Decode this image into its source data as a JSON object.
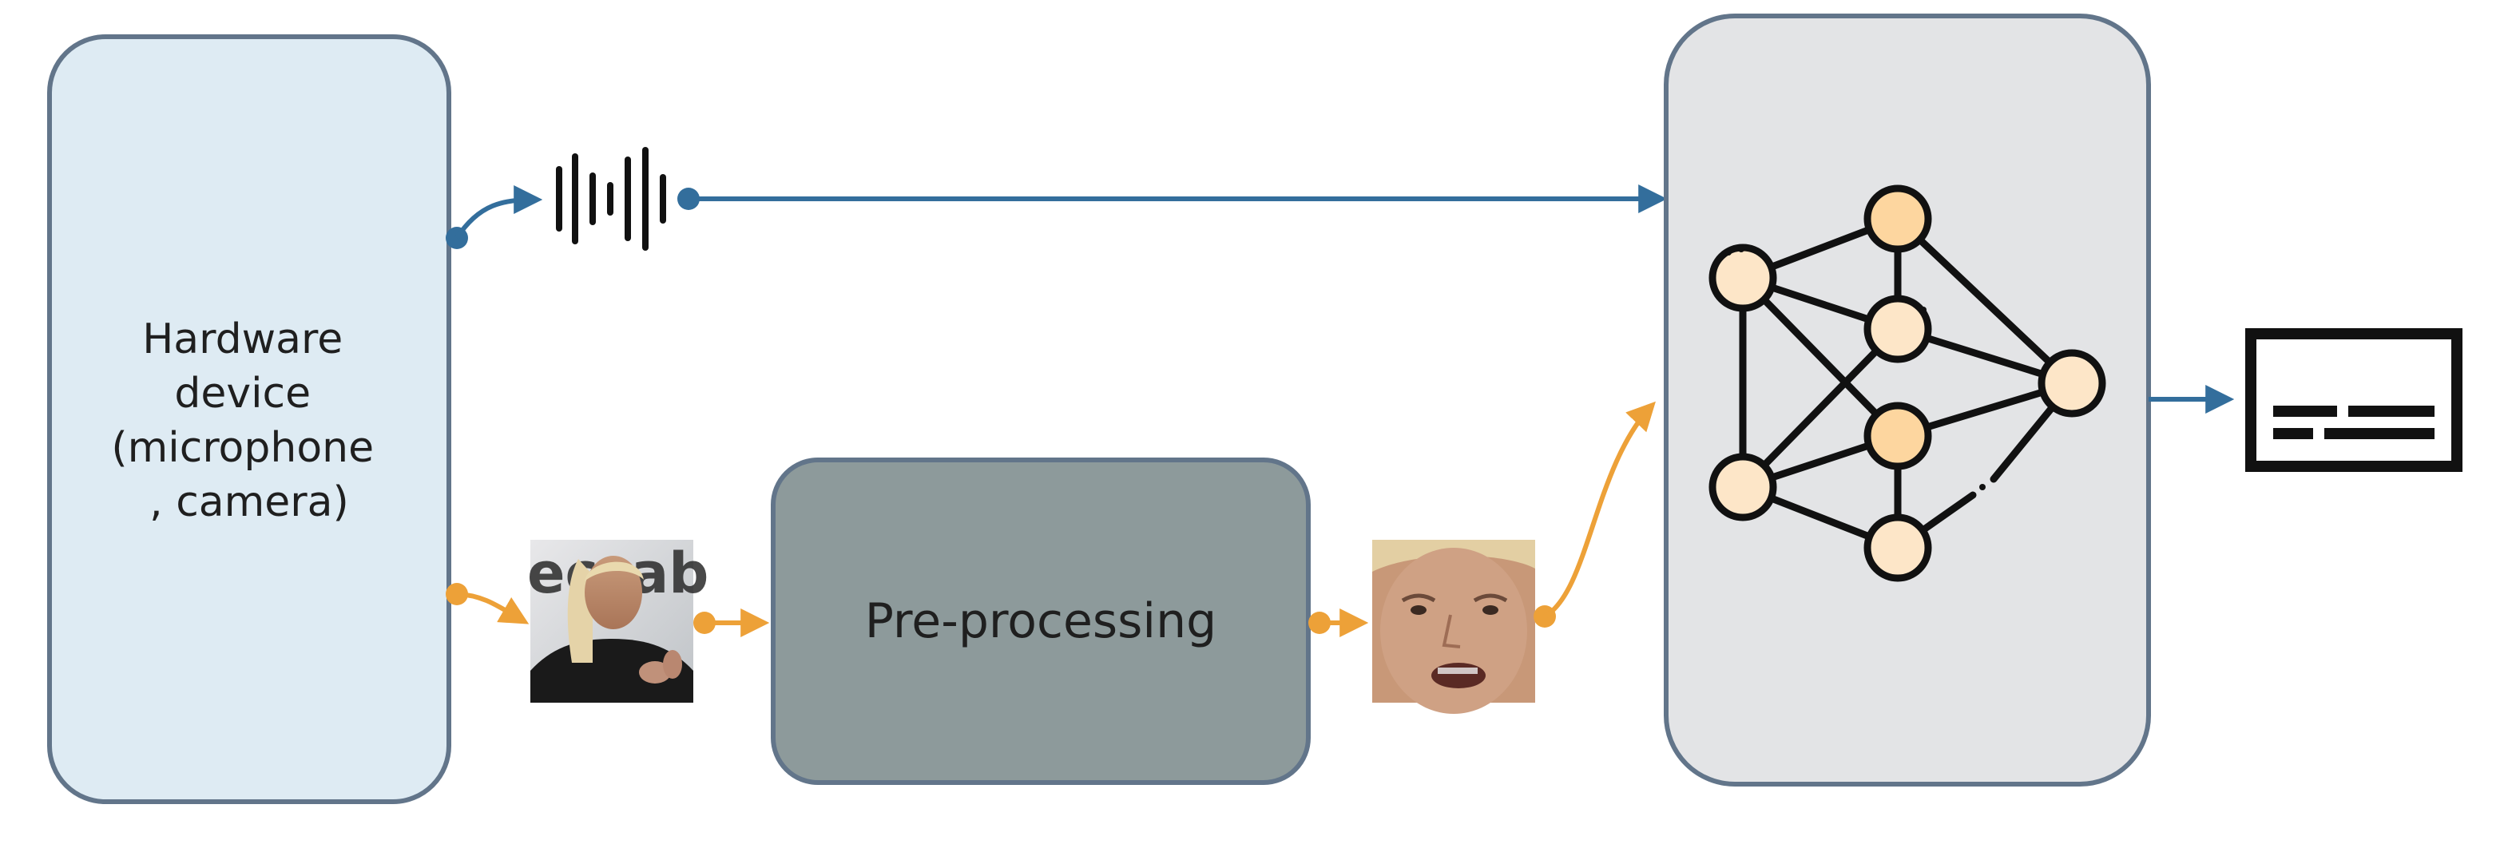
{
  "diagram": {
    "hardware": {
      "lines": [
        "Hardware",
        "device",
        "(microphone",
        ", camera)"
      ]
    },
    "preprocessing": {
      "label": "Pre-processing"
    },
    "colors": {
      "audio_path": "#336e9c",
      "video_path": "#eda138",
      "hardware_fill": "#deebf3",
      "box_stroke": "#62758a",
      "preprocess_fill": "#8d9a9b",
      "model_fill": "#e3e4e6",
      "node_fill_light": "#fde6c8",
      "node_fill_dark": "#fdd69f",
      "ink": "#111111"
    },
    "icons": {
      "audio": "sound-wave-icon",
      "raw_frame": "person-video-frame-icon",
      "face_crop": "face-crop-icon",
      "model": "neural-network-icon",
      "output": "caption-subtitle-icon"
    }
  }
}
